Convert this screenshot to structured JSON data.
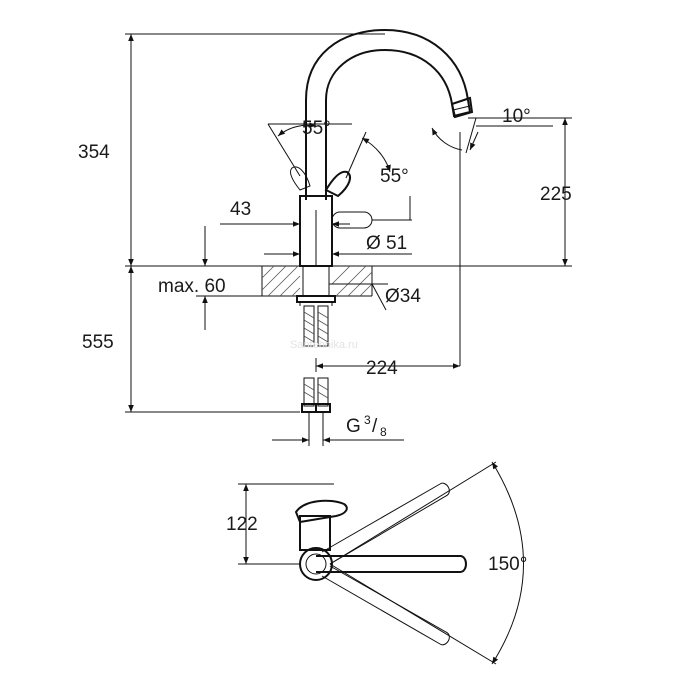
{
  "dimensions": {
    "total_height": "354",
    "below_deck": "555",
    "spout_height": "225",
    "max_deck": "max. 60",
    "handle_offset": "43",
    "base_diameter": "Ø 51",
    "shank_diameter": "Ø34",
    "spout_reach": "224",
    "thread_main": "G",
    "thread_num": "3",
    "thread_den": "8",
    "lever_angle_top": "55°",
    "lever_angle_side": "55°",
    "spout_angle": "10°",
    "plan_depth": "122",
    "swivel_angle": "150°"
  },
  "watermark": "Santehnika.ru"
}
